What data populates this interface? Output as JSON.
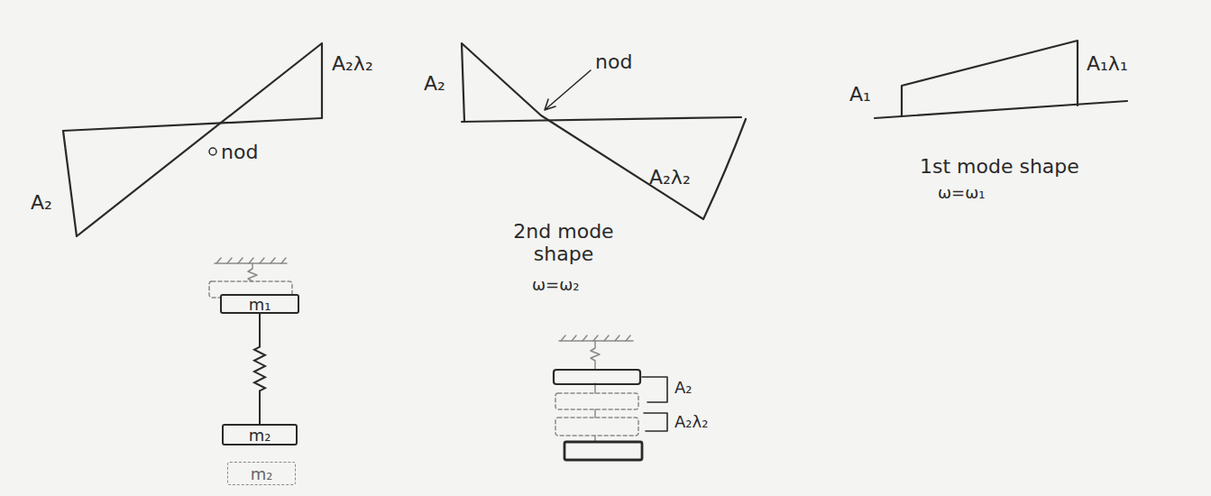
{
  "diagram": {
    "nodes": [
      {
        "text": [
          "m₁"
        ]
      },
      {
        "text": [
          "m₂"
        ]
      },
      {
        "text": [
          "m₂"
        ]
      }
    ],
    "edges": [
      {
        "from": 0,
        "to": 1,
        "arrow": "none"
      }
    ],
    "labels": [
      "A₂λ₂",
      "A₂",
      "nod",
      "A₁",
      "A₁λ₁",
      "nod",
      "A₂",
      "A₂λ₂",
      "2nd mode shape",
      "1st mode shape",
      "ω=ω₁",
      "ω=ω₂",
      "A₂",
      "A₂λ₂"
    ]
  }
}
